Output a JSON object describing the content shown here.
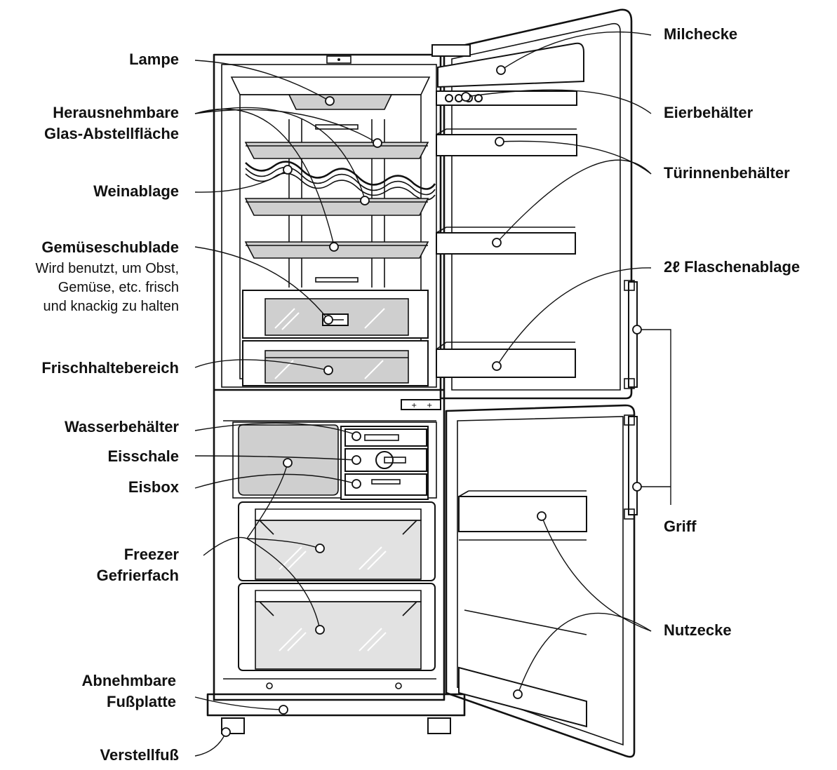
{
  "labels_left": {
    "lampe": "Lampe",
    "glas_line1": "Herausnehmbare",
    "glas_line2": "Glas-Abstellfläche",
    "weinablage": "Weinablage",
    "gemuese_title": "Gemüseschublade",
    "gemuese_desc1": "Wird benutzt, um Obst,",
    "gemuese_desc2": "Gemüse, etc. frisch",
    "gemuese_desc3": "und knackig zu halten",
    "frischhalte": "Frischhaltebereich",
    "wasser": "Wasserbehälter",
    "eisschale": "Eisschale",
    "eisbox": "Eisbox",
    "freezer_line1": "Freezer",
    "freezer_line2": "Gefrierfach",
    "fussplatte_line1": "Abnehmbare",
    "fussplatte_line2": "Fußplatte",
    "verstellfuss": "Verstellfuß"
  },
  "labels_right": {
    "milchecke": "Milchecke",
    "eierbehaelter": "Eierbehälter",
    "tuerinnen": "Türinnenbehälter",
    "flaschen": "2ℓ Flaschenablage",
    "griff": "Griff",
    "nutzecke": "Nutzecke"
  },
  "colors": {
    "line": "#111111",
    "glass": "#cfcfcf",
    "background": "#ffffff"
  }
}
